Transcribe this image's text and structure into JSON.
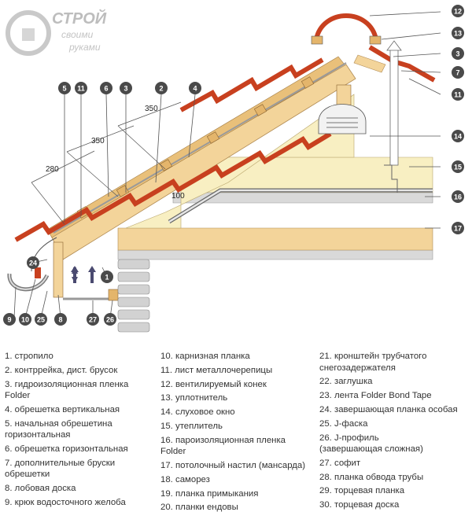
{
  "logo": {
    "brand": "СТРОЙ",
    "line1": "своими",
    "line2": "руками"
  },
  "dimensions": [
    "350",
    "350",
    "280",
    "100"
  ],
  "callouts": [
    "1",
    "2",
    "3",
    "4",
    "5",
    "6",
    "3",
    "7",
    "8",
    "9",
    "10",
    "11",
    "11",
    "12",
    "13",
    "14",
    "15",
    "16",
    "17",
    "24",
    "25",
    "26",
    "27"
  ],
  "legend": {
    "col1": [
      "1. стропило",
      "2. контррейка, дист. брусок",
      "3. гидроизоляционная пленка\nFolder",
      "4. обрешетка вертикальная",
      "5. начальная обрешетина\nгоризонтальная",
      "6. обрешетка горизонтальная",
      "7. дополнительные бруски\nобрешетки",
      "8. лобовая доска",
      "9. крюк водосточного желоба"
    ],
    "col2": [
      "10. карнизная планка",
      "11. лист металлочерепицы",
      "12. вентилируемый конек",
      "13. уплотнитель",
      "14. слуховое окно",
      "15. утеплитель",
      "16. пароизоляционная пленка\nFolder",
      "17. потолочный настил (мансарда)",
      "18. саморез",
      "19. планка примыкания",
      "20. планки ендовы"
    ],
    "col3": [
      "21. кронштейн трубчатого\nснегозадержателя",
      "22. заглушка",
      "23. лента Folder Bond Tape",
      "24. завершающая планка особая",
      "25. J-фаска",
      "26. J-профиль\n(завершающая сложная)",
      "27. софит",
      "28. планка обвода трубы",
      "29. торцевая планка",
      "30. торцевая доска"
    ]
  },
  "colors": {
    "tile": "#c8401f",
    "wood": "#f3d49a",
    "insulation": "#f8efc2",
    "callout": "#4a4a4a",
    "brick": "#d2d2d2"
  }
}
